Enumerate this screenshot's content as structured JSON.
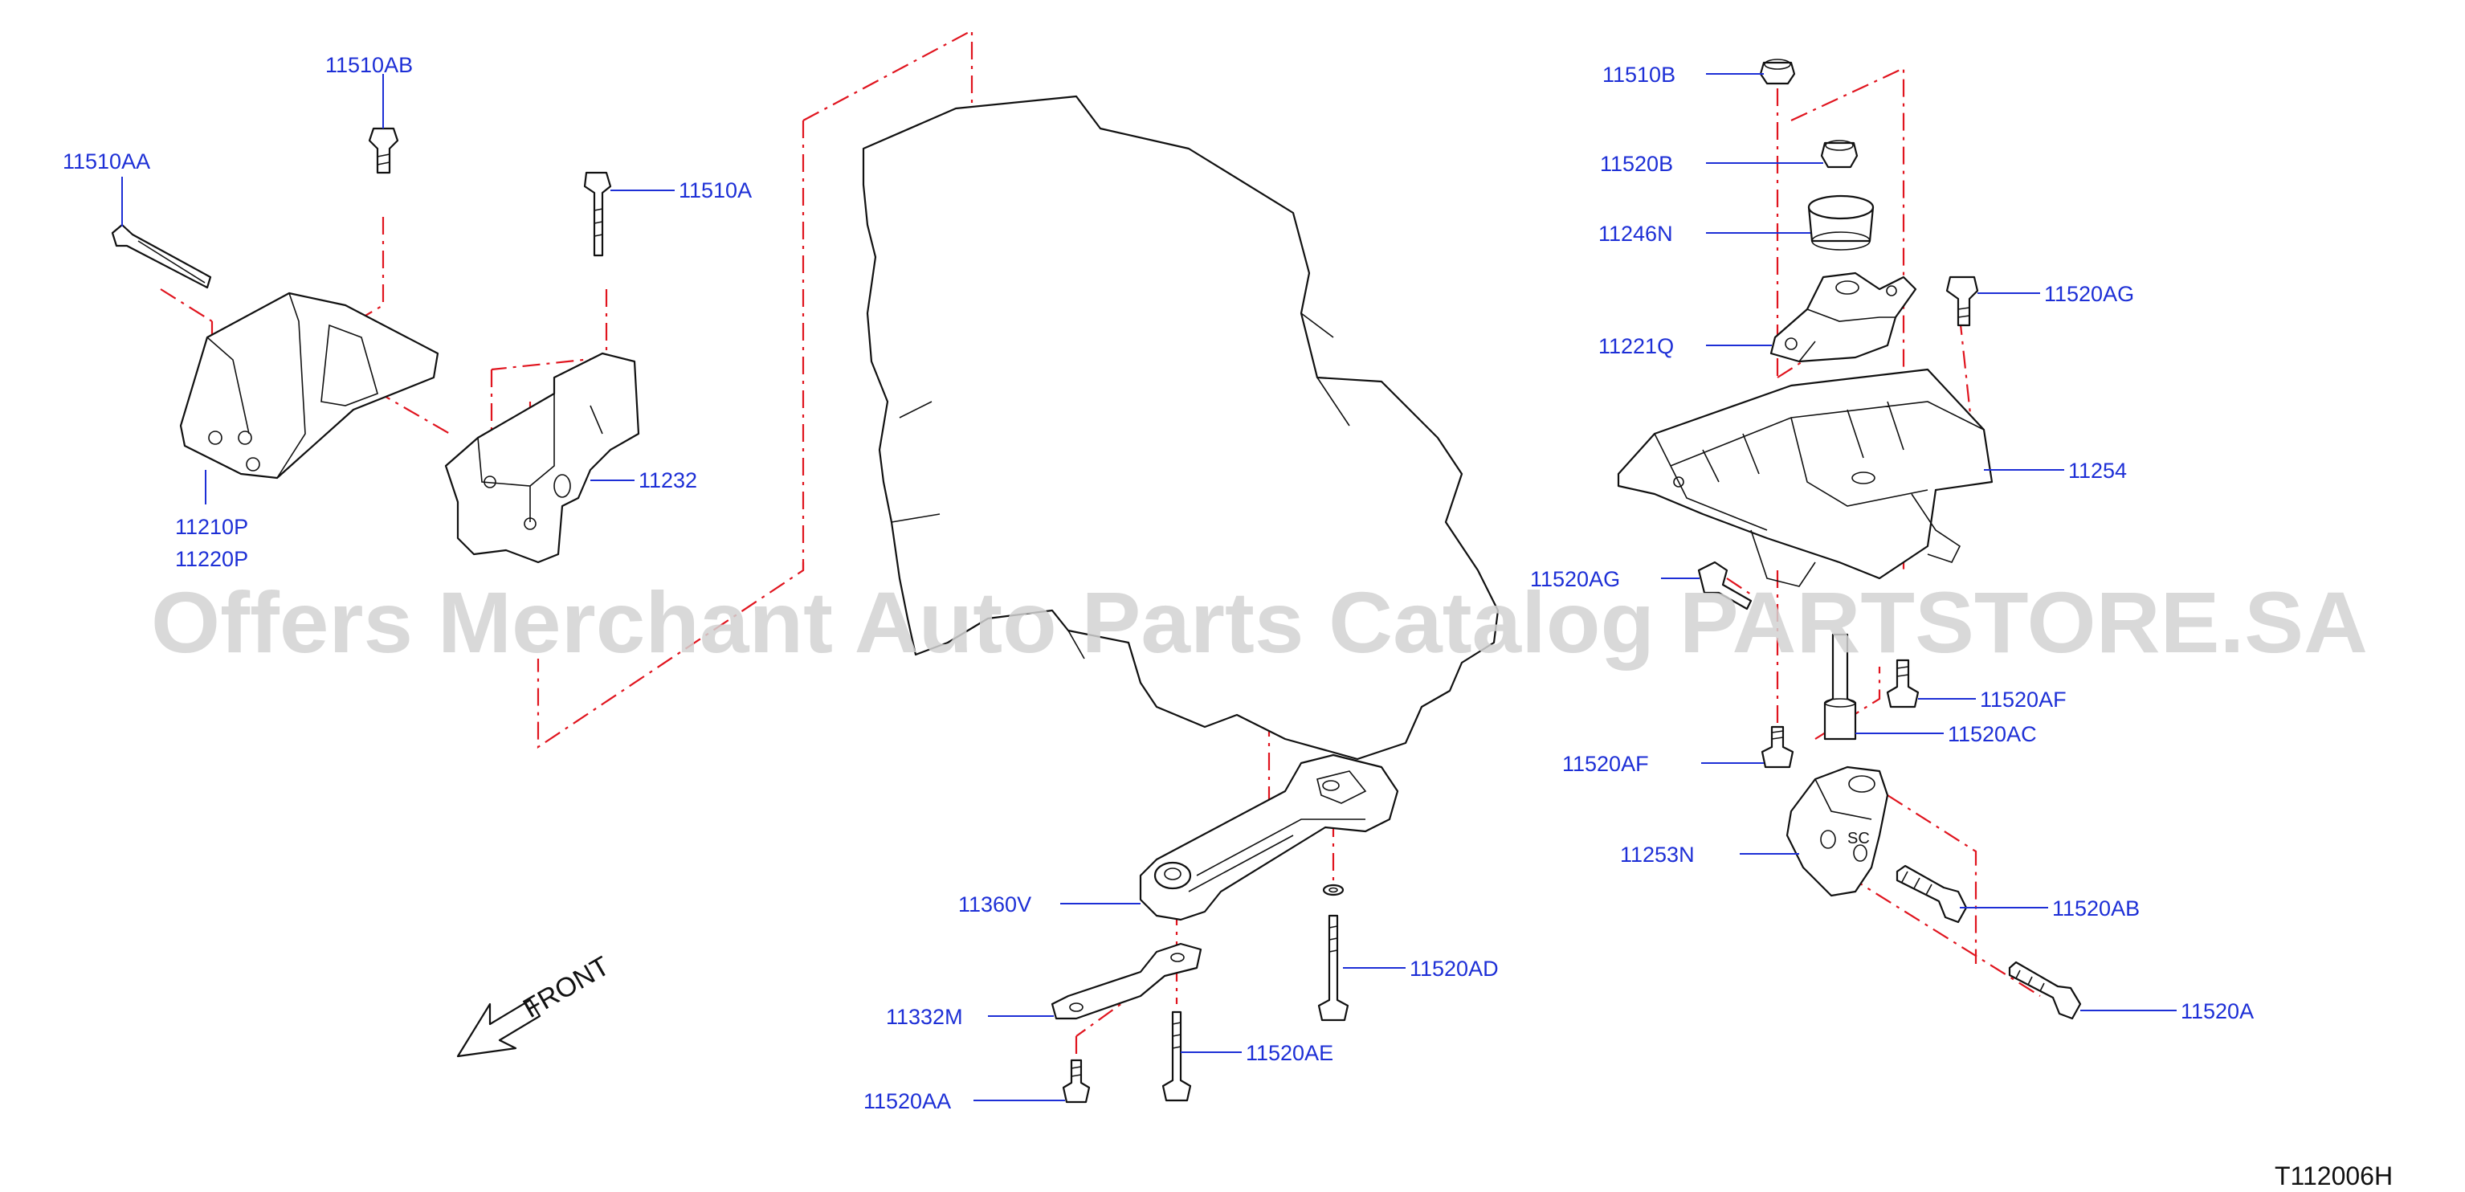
{
  "labels": {
    "p11510AB": "11510AB",
    "p11510AA": "11510AA",
    "p11510A": "11510A",
    "p11210P": "11210P",
    "p11220P": "11220P",
    "p11232": "11232",
    "p11510B": "11510B",
    "p11520B": "11520B",
    "p11246N": "11246N",
    "p11221Q": "11221Q",
    "p11520AG_top": "11520AG",
    "p11254": "11254",
    "p11520AG_left": "11520AG",
    "p11520AF_right": "11520AF",
    "p11520AC": "11520AC",
    "p11520AF_left": "11520AF",
    "p11253N": "11253N",
    "p11520AB": "11520AB",
    "p11520A": "11520A",
    "p11360V": "11360V",
    "p11332M": "11332M",
    "p11520AD": "11520AD",
    "p11520AE": "11520AE",
    "p11520AA": "11520AA"
  },
  "front_label": "FRONT",
  "watermark": "Offers Merchant Auto Parts Catalog PARTSTORE.SA",
  "diagram_code": "T112006H",
  "colors": {
    "label": "#1d2fd6",
    "centerline": "#e0141e",
    "outline": "#111111",
    "watermark": "#d2d2d2"
  }
}
